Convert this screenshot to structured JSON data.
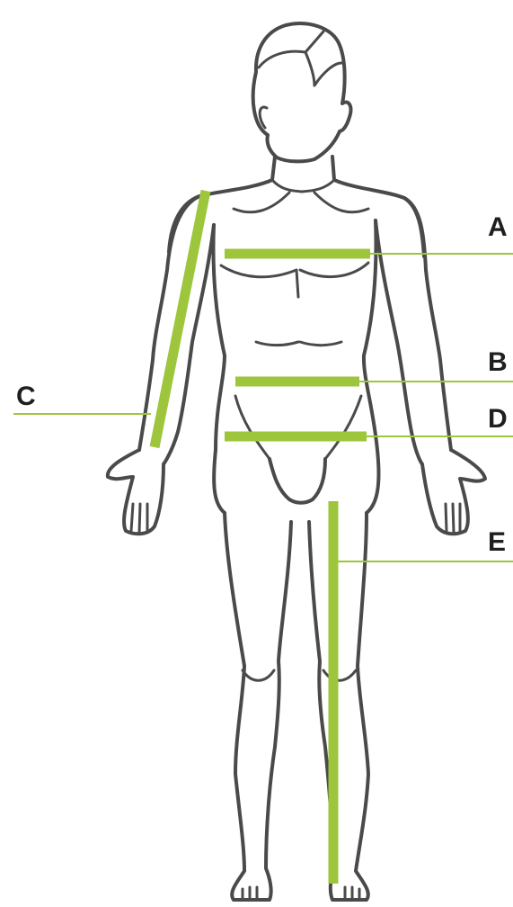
{
  "accent_color": "#9dc63c",
  "measurements": [
    {
      "label": "A",
      "part": "chest"
    },
    {
      "label": "B",
      "part": "waist"
    },
    {
      "label": "C",
      "part": "sleeve"
    },
    {
      "label": "D",
      "part": "hips"
    },
    {
      "label": "E",
      "part": "inseam"
    }
  ]
}
